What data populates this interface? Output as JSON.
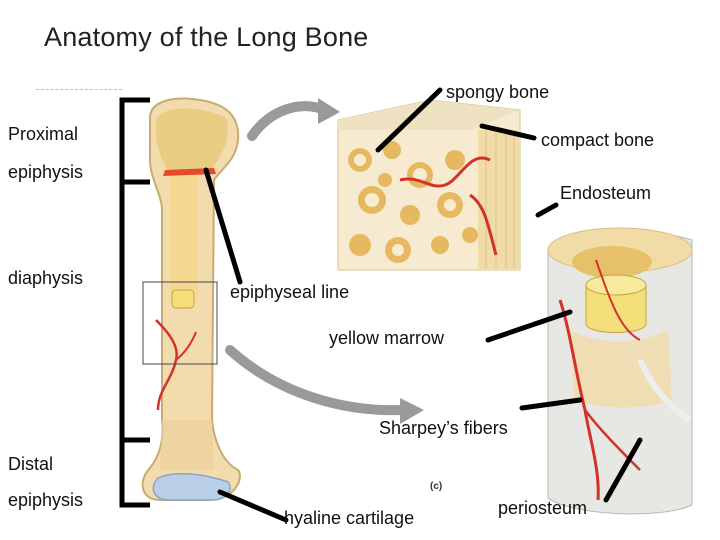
{
  "title": "Anatomy of the Long Bone",
  "labels": {
    "spongy_bone": "spongy bone",
    "proximal": "Proximal",
    "epiphysis_top": "epiphysis",
    "compact_bone": "compact bone",
    "endosteum": "Endosteum",
    "diaphysis": "diaphysis",
    "epiphyseal_line": "epiphyseal line",
    "yellow_marrow": "yellow marrow",
    "sharpeys_fibers": "Sharpey’s fibers",
    "distal": "Distal",
    "epiphysis_bottom": "epiphysis",
    "hyaline_cartilage": "hyaline cartilage",
    "periosteum": "periosteum",
    "panel_tag": "(c)"
  },
  "colors": {
    "bone": "#f2dcae",
    "bone_shadow": "#d9bf8a",
    "spongy": "#e9c97a",
    "vessel": "#d2322a",
    "cartilage": "#b9cfe8",
    "marrow": "#f4e07a",
    "arrow_gray": "#9a9a9a"
  }
}
